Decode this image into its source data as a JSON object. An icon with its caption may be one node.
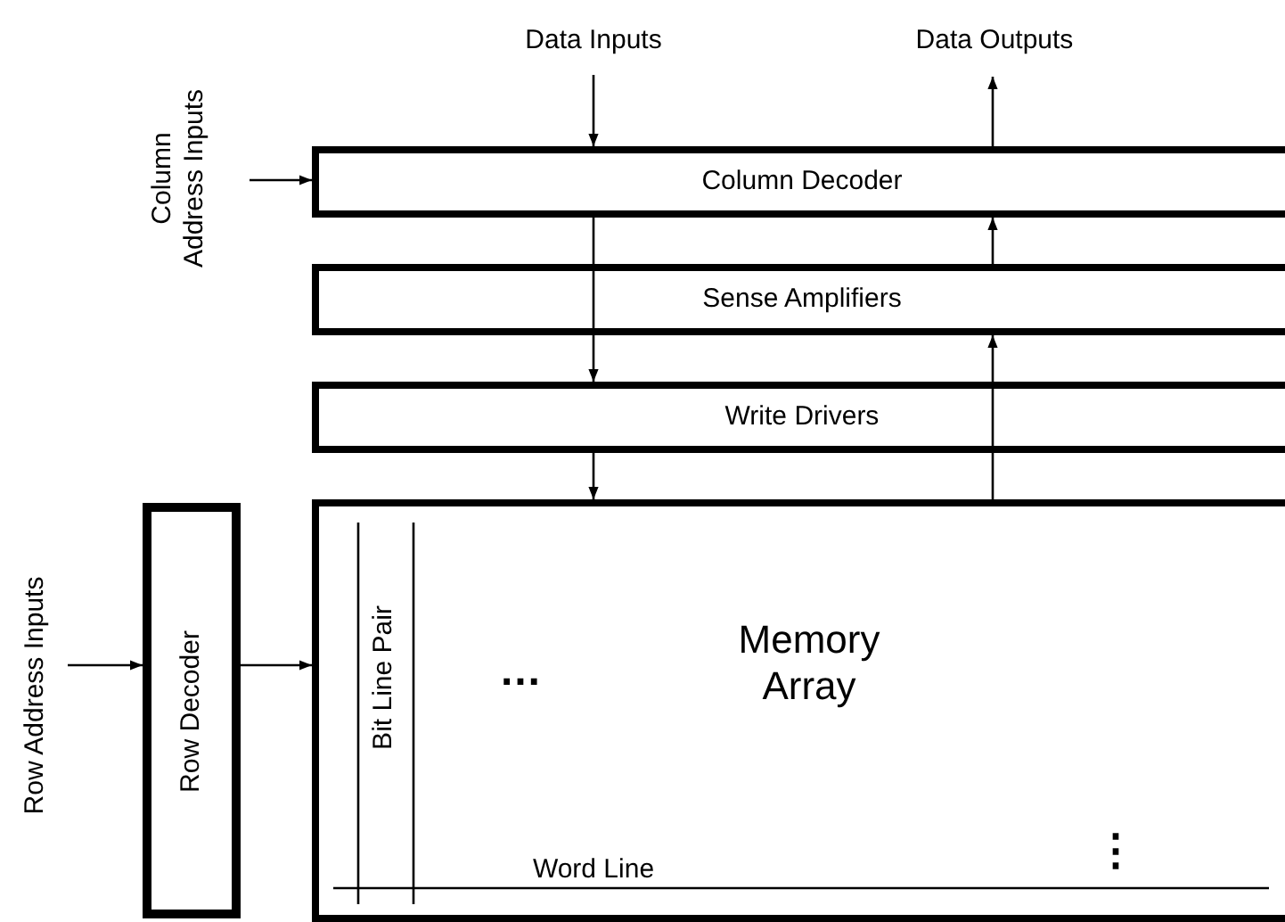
{
  "diagram": {
    "nodes": [
      {
        "text": [
          "Data Inputs"
        ]
      },
      {
        "text": [
          "Data Outputs"
        ]
      },
      {
        "text": [
          "Column Address Inputs"
        ]
      },
      {
        "text": [
          "Column Decoder"
        ]
      },
      {
        "text": [
          "Sense Amplifiers"
        ]
      },
      {
        "text": [
          "Write Drivers"
        ]
      },
      {
        "text": [
          "Memory Array"
        ]
      },
      {
        "text": [
          "Row Decoder"
        ]
      },
      {
        "text": [
          "Row Address Inputs"
        ]
      }
    ],
    "edges": [
      {
        "from": 0,
        "to": 3,
        "arrow": "to"
      },
      {
        "from": 3,
        "to": 1,
        "arrow": "to"
      },
      {
        "from": 2,
        "to": 3,
        "arrow": "to"
      },
      {
        "from": 3,
        "to": 4,
        "arrow": "none"
      },
      {
        "from": 4,
        "to": 5,
        "arrow": "to"
      },
      {
        "from": 4,
        "to": 3,
        "arrow": "to"
      },
      {
        "from": 5,
        "to": 6,
        "arrow": "to"
      },
      {
        "from": 6,
        "to": 5,
        "arrow": "none"
      },
      {
        "from": 5,
        "to": 4,
        "arrow": "to"
      },
      {
        "from": 8,
        "to": 7,
        "arrow": "to"
      },
      {
        "from": 7,
        "to": 6,
        "arrow": "to"
      }
    ],
    "labels": [
      "Bit Line Pair",
      "…",
      "⋮",
      "Word Line"
    ]
  }
}
